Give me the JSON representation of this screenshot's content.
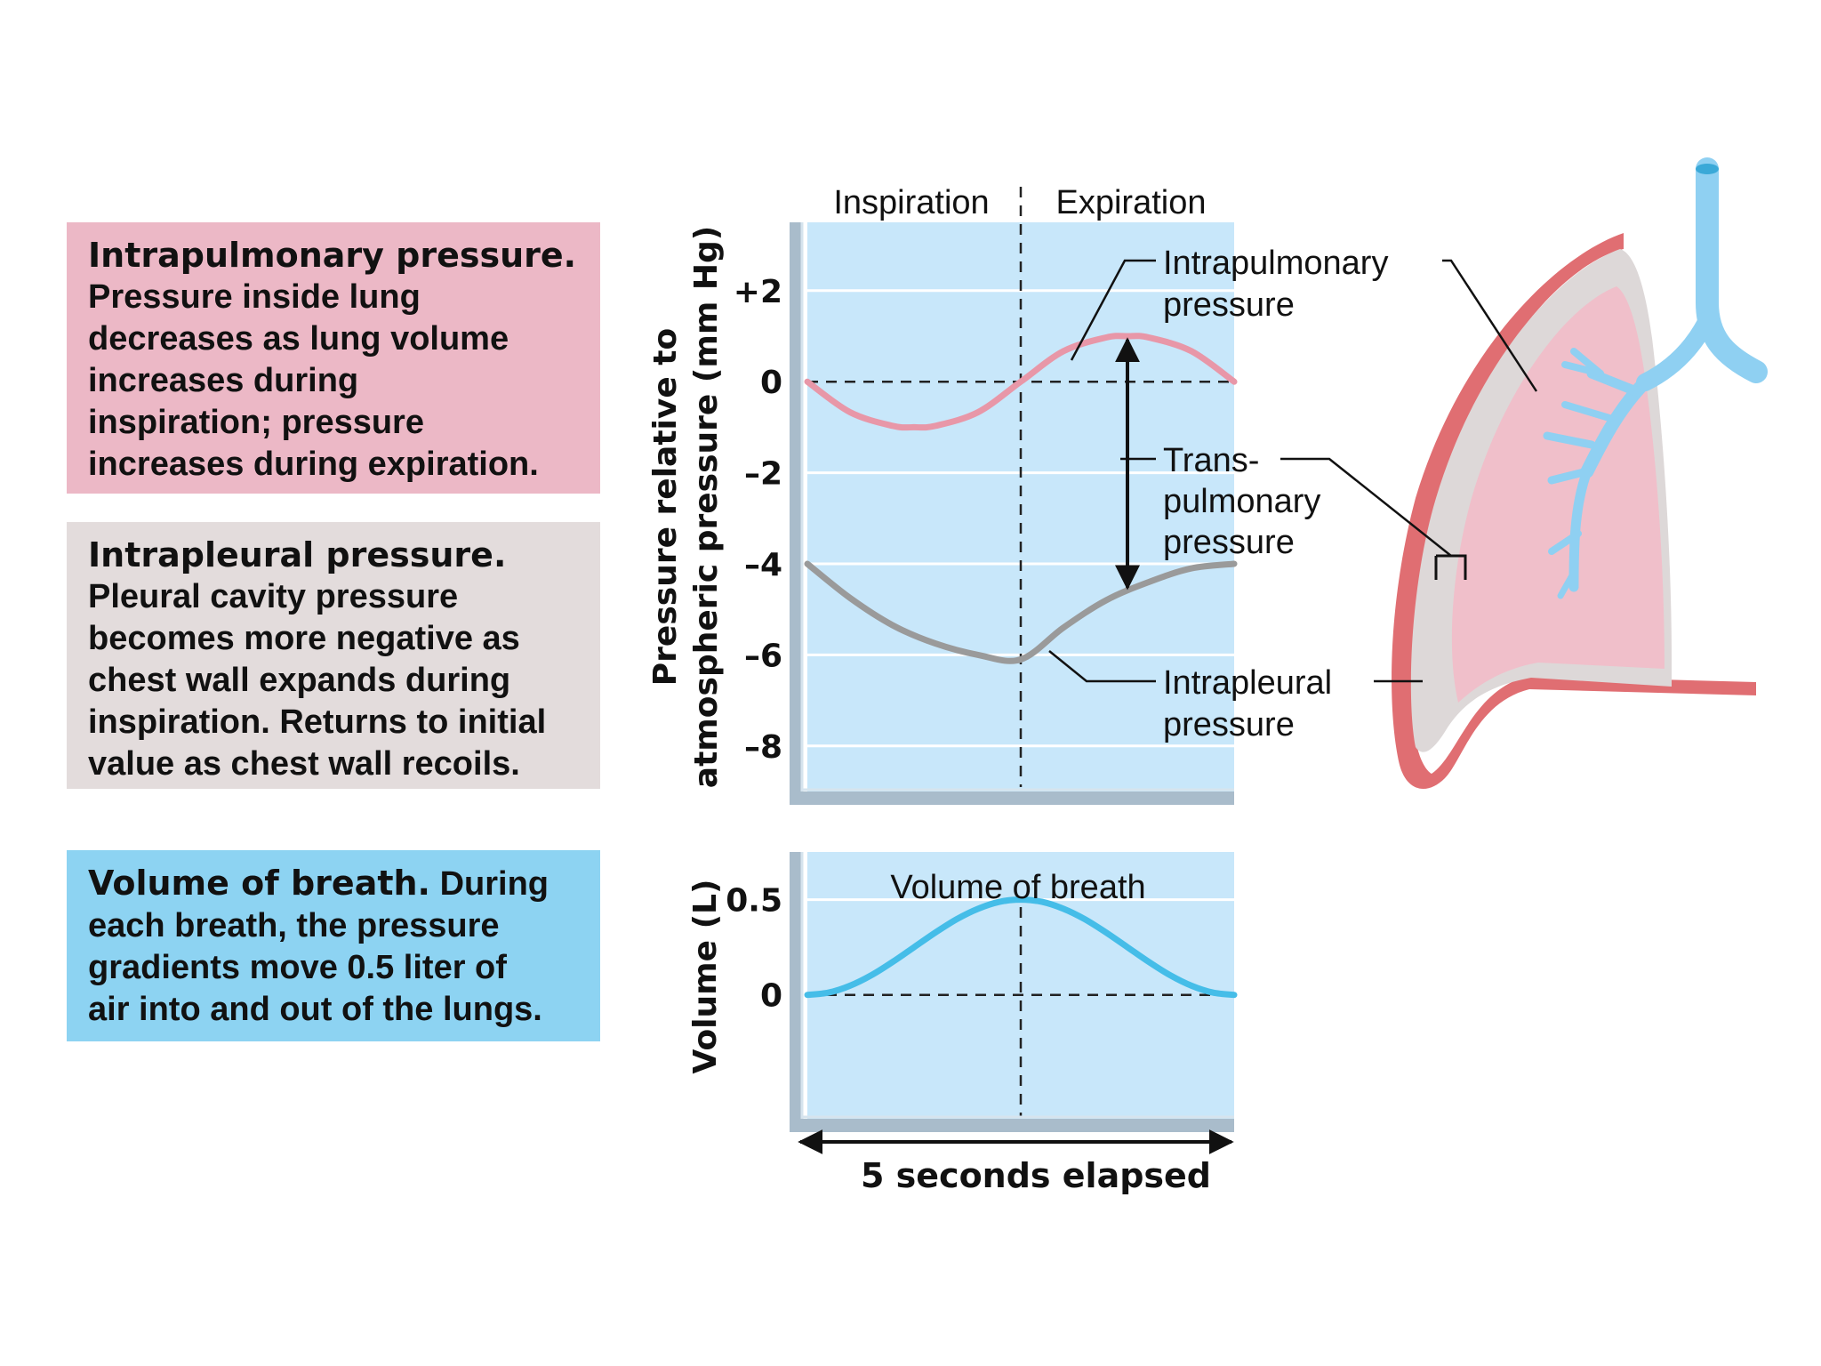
{
  "panels": {
    "intrapulmonary": {
      "title": "Intrapulmonary pressure.",
      "line1": "Pressure inside lung",
      "line2": "decreases as lung volume",
      "line3": "increases during",
      "line4": "inspiration; pressure",
      "line5": "increases during expiration.",
      "color": "#ecb8c6"
    },
    "intrapleural": {
      "title": "Intrapleural pressure.",
      "line1": "Pleural cavity pressure",
      "line2": "becomes more negative as",
      "line3": "chest wall expands during",
      "line4": "inspiration. Returns to initial",
      "line5": "value as chest wall recoils.",
      "color": "#e3dcdc"
    },
    "volume": {
      "title": "Volume of breath.",
      "line1_rest": "During",
      "line2": "each breath, the pressure",
      "line3": "gradients move 0.5 liter of",
      "line4": "air into and out of the lungs.",
      "color": "#8dd3f2"
    }
  },
  "callouts": {
    "intrapulmonary": [
      "Intrapulmonary",
      "pressure"
    ],
    "transpulmonary": [
      "Trans-",
      "pulmonary",
      "pressure"
    ],
    "intrapleural": [
      "Intrapleural",
      "pressure"
    ]
  },
  "chart_data": [
    {
      "type": "line",
      "phase_labels": [
        "Inspiration",
        "Expiration"
      ],
      "ylabel_line1": "Pressure relative to",
      "ylabel_line2": "atmospheric pressure (mm Hg)",
      "xlim": [
        0,
        5
      ],
      "ylim": [
        -9,
        3.5
      ],
      "y_ticks": [
        {
          "value": 2,
          "label": "+2"
        },
        {
          "value": 0,
          "label": "0"
        },
        {
          "value": -2,
          "label": "–2"
        },
        {
          "value": -4,
          "label": "–4"
        },
        {
          "value": -6,
          "label": "–6"
        },
        {
          "value": -8,
          "label": "–8"
        }
      ],
      "grid": true,
      "divider_x": 2.5,
      "series": [
        {
          "key": "intrapulmonary",
          "name": "Intrapulmonary pressure",
          "color": "#e897a8",
          "x": [
            0,
            0.5,
            1.0,
            1.25,
            1.5,
            2.0,
            2.5,
            3.0,
            3.5,
            3.75,
            4.0,
            4.5,
            5.0
          ],
          "y": [
            0,
            -0.67,
            -0.97,
            -1.0,
            -0.97,
            -0.67,
            0,
            0.67,
            0.97,
            1.0,
            0.97,
            0.67,
            0
          ]
        },
        {
          "key": "intrapleural",
          "name": "Intrapleural pressure",
          "color": "#9a9a9a",
          "x": [
            0,
            0.5,
            1.0,
            1.5,
            2.0,
            2.5,
            3.0,
            3.5,
            4.0,
            4.5,
            5.0
          ],
          "y": [
            -4.0,
            -4.75,
            -5.35,
            -5.75,
            -6.0,
            -6.1,
            -5.4,
            -4.8,
            -4.4,
            -4.1,
            -4.0
          ]
        }
      ],
      "transpulmonary_arrow": {
        "x": 3.75,
        "y_from": 1.0,
        "y_to": -4.6
      }
    },
    {
      "type": "line",
      "title": "Volume of breath",
      "ylabel": "Volume (L)",
      "xlabel": "5 seconds elapsed",
      "xlim": [
        0,
        5
      ],
      "ylim": [
        -0.65,
        0.75
      ],
      "y_ticks": [
        {
          "value": 0.5,
          "label": "0.5"
        },
        {
          "value": 0,
          "label": "0"
        }
      ],
      "grid": true,
      "divider_x": 2.5,
      "series": [
        {
          "key": "volume",
          "name": "Volume of breath",
          "color": "#45bde8",
          "x": [
            0,
            0.25,
            0.5,
            0.75,
            1.0,
            1.25,
            1.5,
            1.75,
            2.0,
            2.25,
            2.5,
            2.75,
            3.0,
            3.25,
            3.5,
            3.75,
            4.0,
            4.25,
            4.5,
            4.75,
            5.0
          ],
          "y": [
            0,
            0.012,
            0.048,
            0.103,
            0.173,
            0.25,
            0.327,
            0.397,
            0.452,
            0.488,
            0.5,
            0.488,
            0.452,
            0.397,
            0.327,
            0.25,
            0.173,
            0.103,
            0.048,
            0.012,
            0
          ]
        }
      ]
    }
  ]
}
